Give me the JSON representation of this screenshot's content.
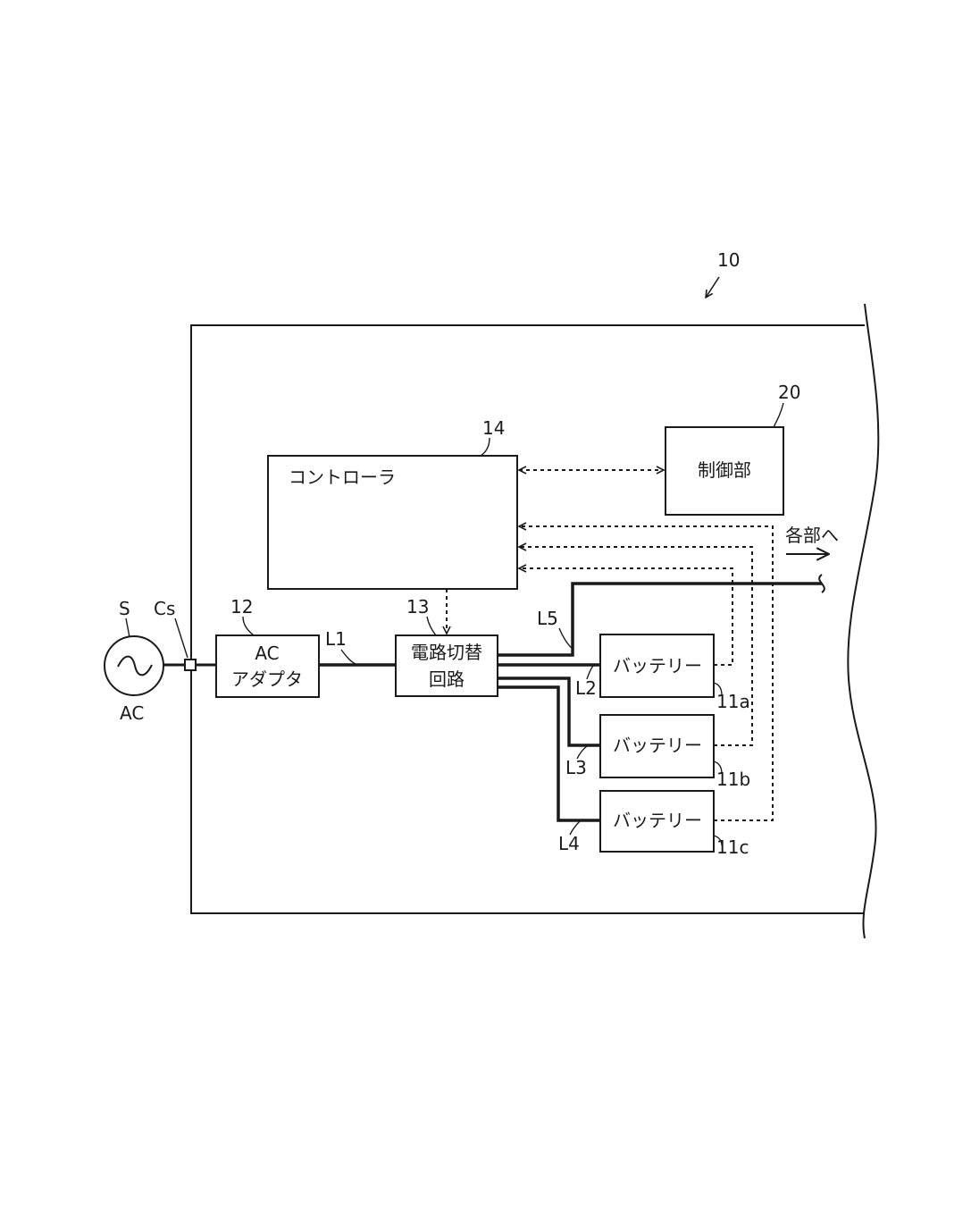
{
  "figure_number": "10",
  "source": {
    "ref": "S",
    "caption": "AC"
  },
  "connector": {
    "ref": "Cs"
  },
  "ac_adapter": {
    "ref": "12",
    "line1": "AC",
    "line2": "アダプタ"
  },
  "switch_circuit": {
    "ref": "13",
    "line1": "電路切替",
    "line2": "回路"
  },
  "controller": {
    "ref": "14",
    "label": "コントローラ"
  },
  "control_unit": {
    "ref": "20",
    "label": "制御部"
  },
  "output": {
    "label": "各部へ"
  },
  "batteries": [
    {
      "ref": "11a",
      "label": "バッテリー"
    },
    {
      "ref": "11b",
      "label": "バッテリー"
    },
    {
      "ref": "11c",
      "label": "バッテリー"
    }
  ],
  "lines": {
    "l1": "L1",
    "l2": "L2",
    "l3": "L3",
    "l4": "L4",
    "l5": "L5"
  }
}
